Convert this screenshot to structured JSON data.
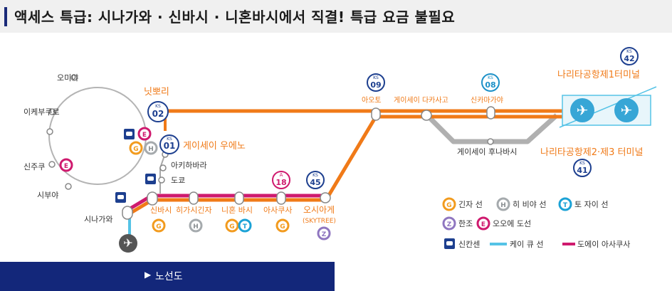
{
  "title": "액세스 특급: 시나가와 · 신바시 · 니혼바시에서 직결! 특급 요금 불필요",
  "colors": {
    "access_line": "#f07a18",
    "asakusa_line": "#cf1a6e",
    "keikyu_line": "#55c3e6",
    "keisei_line": "#f07a18",
    "station_label": "#f07a18",
    "station_code": "#1d3f8f",
    "button_bg": "#13277a"
  },
  "stations": {
    "omiya": "오미야",
    "ikebukuro": "이케부쿠로",
    "shinjuku": "신주쿠",
    "shibuya": "시부야",
    "shinagawa": "시나가와",
    "nippori": "닛뽀리",
    "ueno": "게이세이 우에노",
    "akihabara": "아키하바라",
    "tokyo": "도쿄",
    "shimbashi": "신바시",
    "higashi_ginza": "히가시긴자",
    "nihombashi": "니혼 바시",
    "asakusa": "아사쿠사",
    "oshiage": "오시아게",
    "skytree": "(SKYTREE)",
    "aoto": "아오토",
    "takasago": "게이세이 다카사고",
    "shin_kamagaya": "신카마가야",
    "funabashi": "게이세이 후나바시",
    "narita_t1": "나리타공항제1터미널",
    "narita_t23": "나리타공항제2·제3 터미널"
  },
  "codes": {
    "nippori": "02",
    "ueno": "01",
    "aoto": "09",
    "shin_kamagaya": "08",
    "oshiage": "45",
    "asakusa": "18",
    "narita_t1": "42",
    "narita_t23": "41",
    "ks_prefix": "KS",
    "asakusa_prefix": "A"
  },
  "badges": {
    "g": "G",
    "h": "H",
    "t": "T",
    "z": "Z",
    "e": "E"
  },
  "legend": {
    "ginza": "긴자 선",
    "hibiya": "히 비야 선",
    "tozai": "토 자이 선",
    "hanzomon": "한조",
    "oedo": "오오에 도선",
    "shinkansen": "신칸센",
    "keikyu": "케이 큐 선",
    "asakusa_line": "도에이 아사쿠사"
  },
  "nav": {
    "route_map": "노선도"
  }
}
